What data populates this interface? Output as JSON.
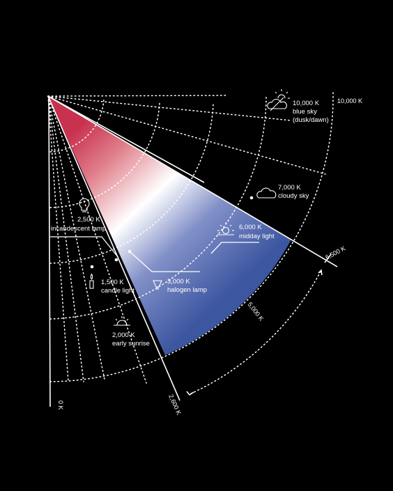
{
  "diagram": {
    "axis_labels": {
      "k0": "0 K",
      "k2600": "2,600 K",
      "k6500": "6,500 K",
      "k10000": "10,000 K",
      "k5000": "5,000 K"
    },
    "sources": {
      "blue_sky": {
        "value": "10,000 K",
        "line1": "blue sky",
        "line2": "(dusk/dawn)",
        "icon": "cloud-sun-icon"
      },
      "cloudy_sky": {
        "value": "7,000 K",
        "line1": "cloudy sky",
        "icon": "cloud-icon"
      },
      "midday_light": {
        "value": "6,000 K",
        "line1": "midday light",
        "icon": "sun-icon"
      },
      "incandescent_lamp": {
        "value": "2,500 K",
        "line1": "incandescent lamp",
        "icon": "light-bulb-icon"
      },
      "halogen_lamp": {
        "value": "3,000 K",
        "line1": "halogen lamp",
        "icon": "halogen-spot-icon"
      },
      "candle_light": {
        "value": "1,500 K",
        "line1": "candle light",
        "icon": "candle-icon"
      },
      "early_sunrise": {
        "value": "2,000 K",
        "line1": "early sunrise",
        "icon": "sunrise-icon"
      }
    },
    "gradient_colors": {
      "warm": "#c8324f",
      "neutral": "#ffffff",
      "cool": "#3c56a0"
    }
  }
}
